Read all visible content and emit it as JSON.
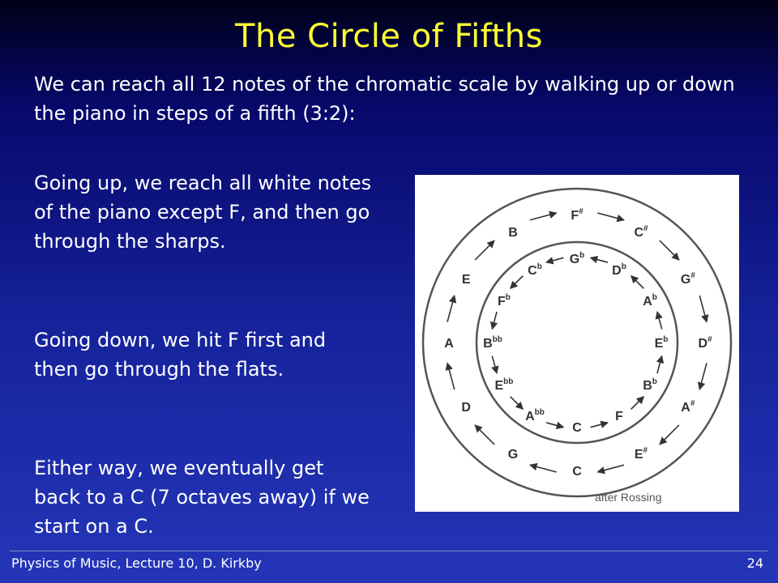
{
  "slide": {
    "title": "The Circle of Fifths",
    "intro": "We can reach all 12 notes of the chromatic scale by walking up or down the piano in steps of a fifth (3:2):",
    "paragraphs": [
      "Going up, we reach all white notes of the piano except F, and then go through the sharps.",
      "Going down, we hit F first and then go through the flats.",
      "Either way, we eventually get back to a C (7 octaves away) if we start on a C."
    ]
  },
  "figure": {
    "credit": "after Rossing",
    "outer_notes": [
      {
        "name": "outer-note-c",
        "base": "C",
        "acc": ""
      },
      {
        "name": "outer-note-g",
        "base": "G",
        "acc": ""
      },
      {
        "name": "outer-note-d",
        "base": "D",
        "acc": ""
      },
      {
        "name": "outer-note-a",
        "base": "A",
        "acc": ""
      },
      {
        "name": "outer-note-e",
        "base": "E",
        "acc": ""
      },
      {
        "name": "outer-note-b",
        "base": "B",
        "acc": ""
      },
      {
        "name": "outer-note-f-sharp",
        "base": "F",
        "acc": "#"
      },
      {
        "name": "outer-note-c-sharp",
        "base": "C",
        "acc": "#"
      },
      {
        "name": "outer-note-g-sharp",
        "base": "G",
        "acc": "#"
      },
      {
        "name": "outer-note-d-sharp",
        "base": "D",
        "acc": "#"
      },
      {
        "name": "outer-note-a-sharp",
        "base": "A",
        "acc": "#"
      },
      {
        "name": "outer-note-e-sharp",
        "base": "E",
        "acc": "#"
      }
    ],
    "inner_notes": [
      {
        "name": "inner-note-c",
        "base": "C",
        "acc": ""
      },
      {
        "name": "inner-note-a-double-flat",
        "base": "A",
        "acc": "bb"
      },
      {
        "name": "inner-note-e-double-flat",
        "base": "E",
        "acc": "bb"
      },
      {
        "name": "inner-note-b-double-flat",
        "base": "B",
        "acc": "bb"
      },
      {
        "name": "inner-note-f-flat",
        "base": "F",
        "acc": "b"
      },
      {
        "name": "inner-note-c-flat",
        "base": "C",
        "acc": "b"
      },
      {
        "name": "inner-note-g-flat",
        "base": "G",
        "acc": "b"
      },
      {
        "name": "inner-note-d-flat",
        "base": "D",
        "acc": "b"
      },
      {
        "name": "inner-note-a-flat",
        "base": "A",
        "acc": "b"
      },
      {
        "name": "inner-note-e-flat",
        "base": "E",
        "acc": "b"
      },
      {
        "name": "inner-note-b-flat",
        "base": "B",
        "acc": "b"
      },
      {
        "name": "inner-note-f",
        "base": "F",
        "acc": ""
      }
    ]
  },
  "footer": {
    "left": "Physics of Music, Lecture 10, D. Kirkby",
    "page": "24"
  },
  "colors": {
    "title": "#ffff33",
    "text": "#ffffff",
    "figure_ink": "#333333"
  }
}
